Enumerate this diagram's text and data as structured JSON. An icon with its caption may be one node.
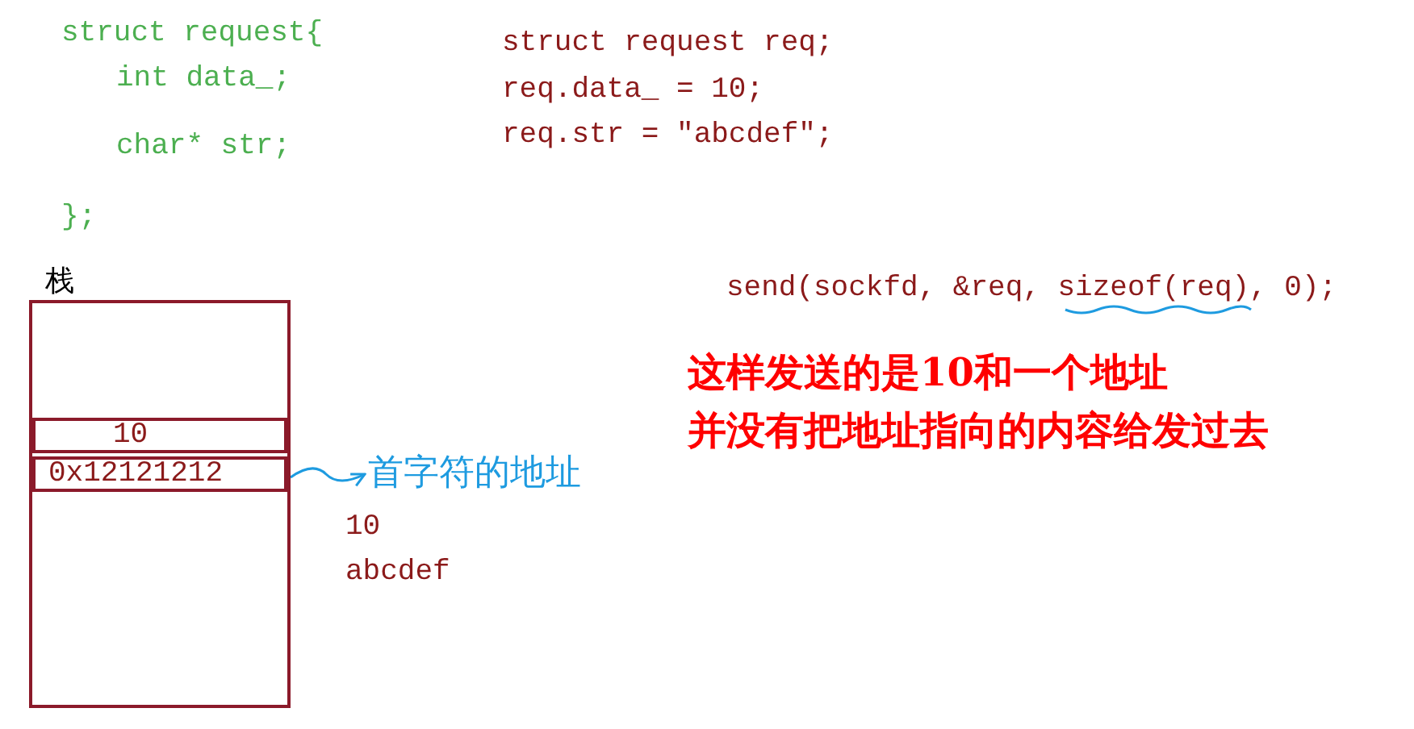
{
  "diagram": {
    "nodes": [
      {
        "text": [
          "栈"
        ]
      },
      {
        "text": [
          "10"
        ],
        "in": 0
      },
      {
        "text": [
          "0x12121212"
        ],
        "in": 0
      },
      {
        "text": [
          "首字符的地址"
        ]
      }
    ],
    "edges": [
      {
        "from": 2,
        "to": 3,
        "arrow": "to"
      }
    ],
    "labels": [
      "struct request{",
      "int data_;",
      "char* str;",
      "};",
      "struct request req;",
      "req.data_ = 10;",
      "req.str = \"abcdef\";",
      "send(sockfd, &req, sizeof(req), 0);",
      "10",
      "abcdef",
      "这样发送的是10和一个地址",
      "并没有把地址指向的内容给发过去"
    ]
  }
}
